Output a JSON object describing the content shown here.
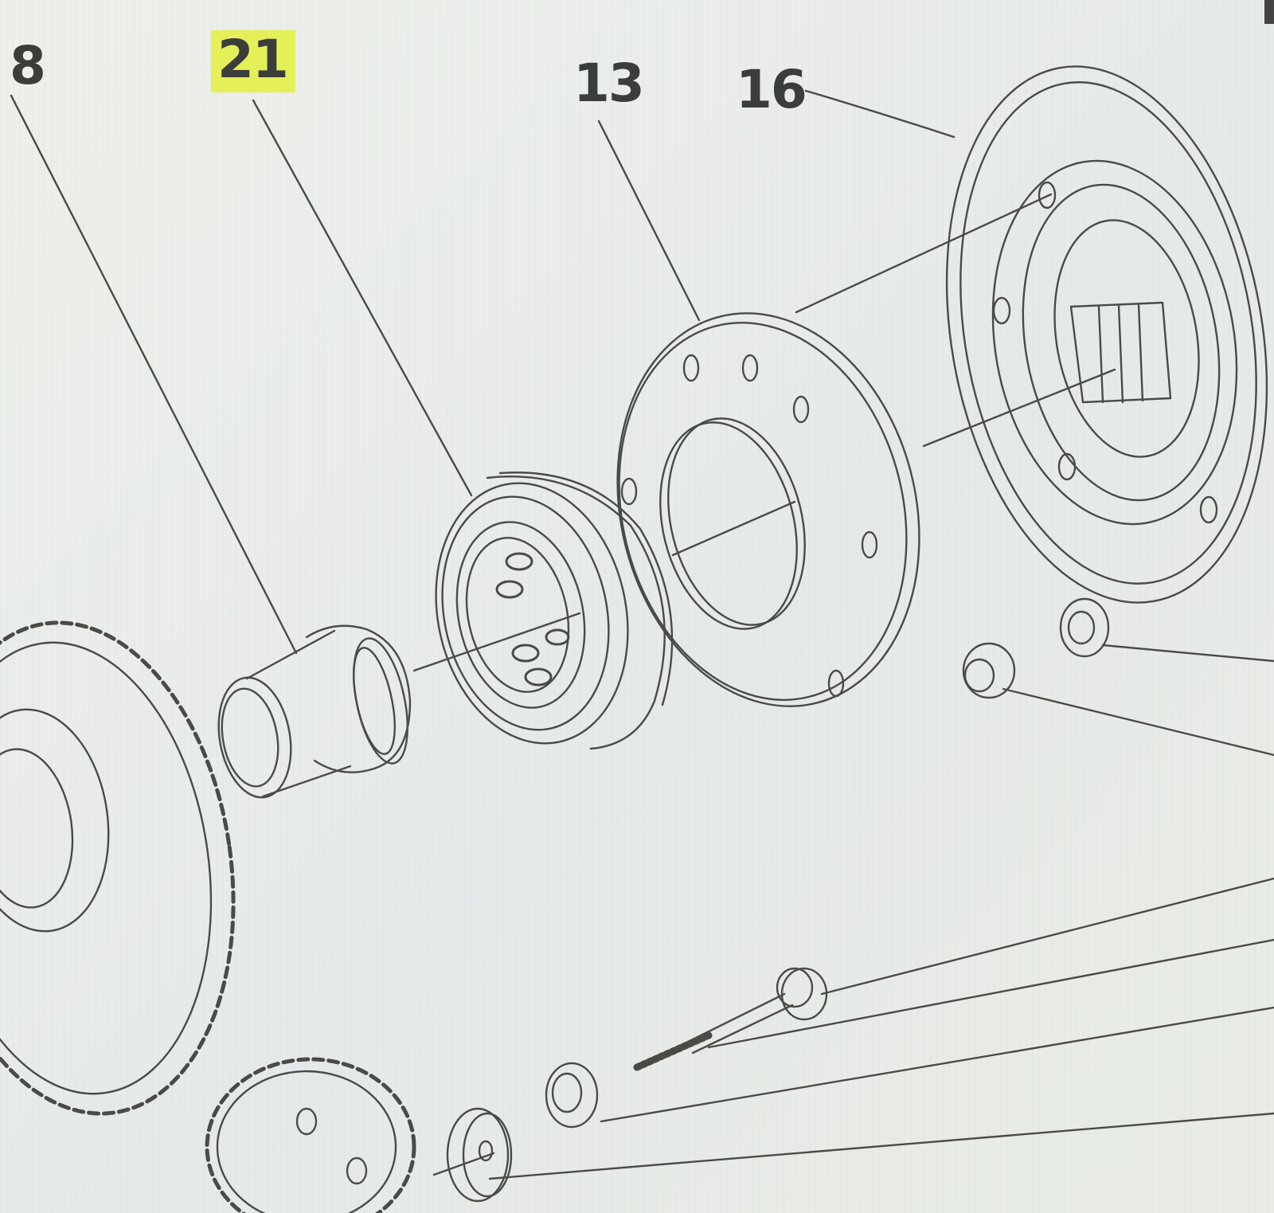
{
  "diagram": {
    "callouts": [
      {
        "id": "part-8",
        "label": "8",
        "highlighted": false
      },
      {
        "id": "part-21",
        "label": "21",
        "highlighted": true
      },
      {
        "id": "part-13",
        "label": "13",
        "highlighted": false
      },
      {
        "id": "part-16",
        "label": "16",
        "highlighted": false
      }
    ]
  },
  "colors": {
    "background": "#e9ece6",
    "line": "#4a4b47",
    "highlight": "#e4f057"
  }
}
